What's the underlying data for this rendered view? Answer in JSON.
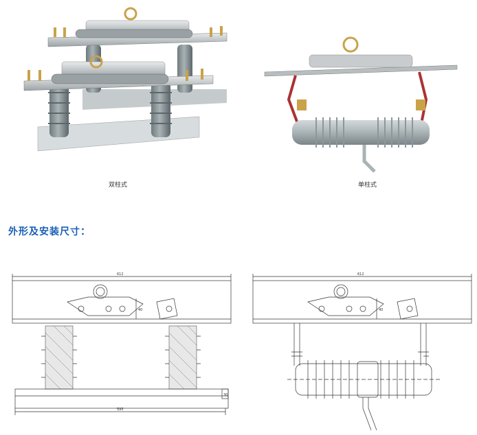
{
  "photos": {
    "left_caption": "双柱式",
    "right_caption": "单柱式"
  },
  "section": {
    "title": "外形及安装尺寸："
  },
  "drawings": {
    "left": {
      "width_dim": "612",
      "height_dim": "40",
      "base_dim": "595",
      "base_height_dim": "30"
    },
    "right": {
      "width_dim": "612",
      "height_dim": "40"
    }
  },
  "colors": {
    "accent": "#1a5fb4",
    "insulator": "#8d979b",
    "metal": "#c8ccce",
    "brass": "#c9a24a"
  }
}
